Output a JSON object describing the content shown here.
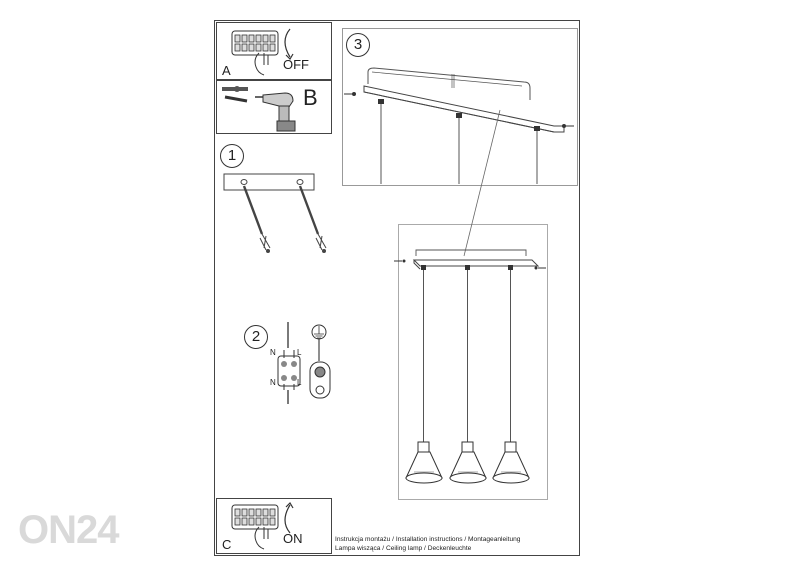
{
  "step_a": {
    "letter": "A",
    "action": "OFF"
  },
  "step_b": {
    "letter": "B"
  },
  "step_c": {
    "letter": "C",
    "action": "ON"
  },
  "step_1": {
    "number": "1"
  },
  "step_2": {
    "number": "2",
    "terminals": [
      "N",
      "L",
      "N",
      "L"
    ]
  },
  "step_3": {
    "number": "3"
  },
  "caption": {
    "line1": "Instrukcja montażu / Installation instructions / Montageanleitung",
    "line2": "Lampa wisząca / Ceiling lamp / Deckenleuchte"
  },
  "watermark": "ON24"
}
